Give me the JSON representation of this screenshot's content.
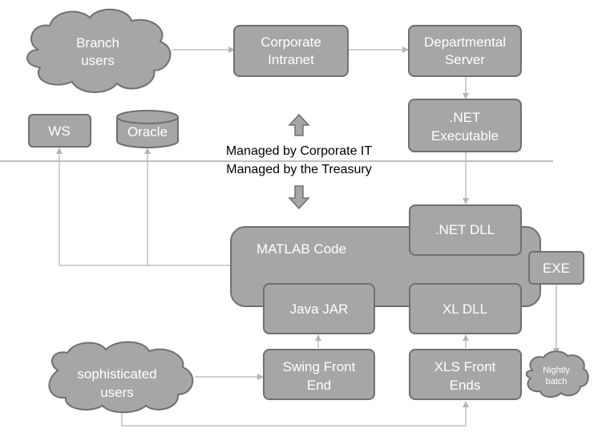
{
  "nodes": {
    "branch_users": [
      "Branch",
      "users"
    ],
    "corporate_intranet": [
      "Corporate",
      "Intranet"
    ],
    "departmental_server": [
      "Departmental",
      "Server"
    ],
    "ws": "WS",
    "oracle": "Oracle",
    "net_executable": [
      ".NET",
      "Executable"
    ],
    "matlab_code": "MATLAB Code",
    "net_dll": ".NET DLL",
    "exe": "EXE",
    "java_jar": "Java JAR",
    "xl_dll": "XL DLL",
    "sophisticated_users": [
      "sophisticated",
      "users"
    ],
    "swing_front_end": [
      "Swing Front",
      "End"
    ],
    "xls_front_ends": [
      "XLS Front",
      "Ends"
    ],
    "nightly_batch": [
      "Nightly",
      "batch"
    ]
  },
  "divider_labels": {
    "above": "Managed by Corporate IT",
    "below": "Managed by the Treasury"
  },
  "colors": {
    "box_fill": "#a6a6a6",
    "box_stroke": "#707070",
    "connector": "#b5b5b5",
    "divider": "#9a9a9a"
  }
}
